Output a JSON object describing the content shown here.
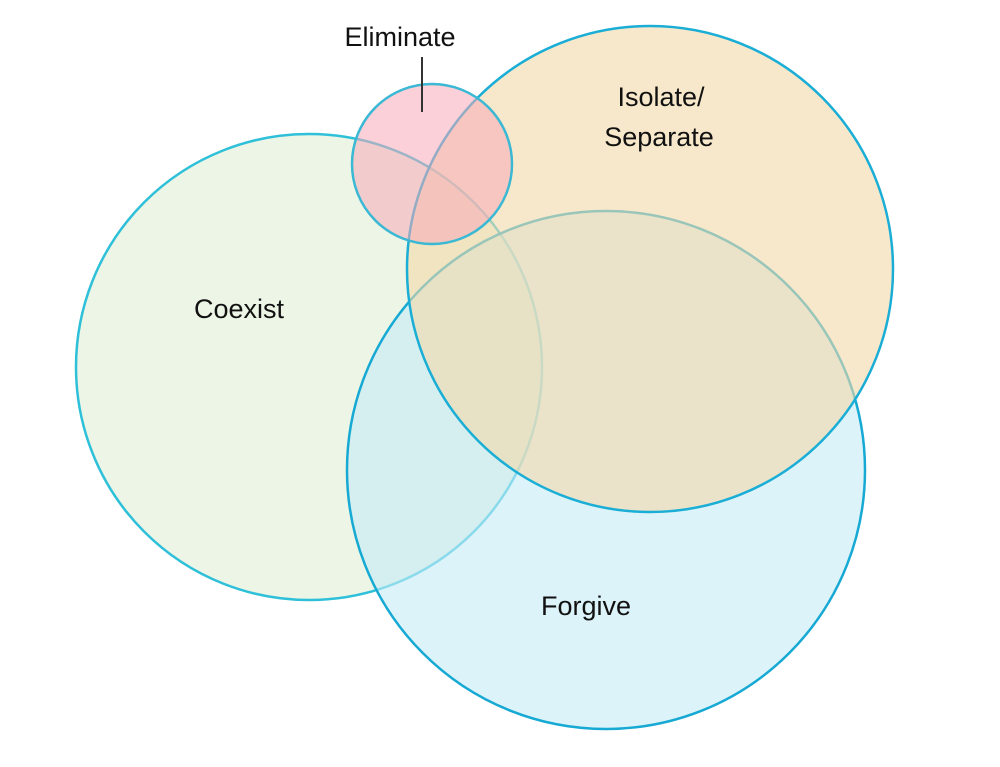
{
  "diagram": {
    "sets": [
      {
        "id": "coexist",
        "label": "Coexist",
        "fill": "#e4f1dc",
        "stroke": "#2fc0d9"
      },
      {
        "id": "isolate",
        "label_line1": "Isolate/",
        "label_line2": "Separate",
        "fill": "#f3d9a9",
        "stroke": "#1aaed6"
      },
      {
        "id": "forgive",
        "label": "Forgive",
        "fill": "#c7ebf7",
        "stroke": "#16a9d3"
      },
      {
        "id": "eliminate",
        "label": "Eliminate",
        "fill": "#f7a9b8",
        "stroke": "#3ab8d4"
      }
    ],
    "leader_color": "#333333"
  }
}
